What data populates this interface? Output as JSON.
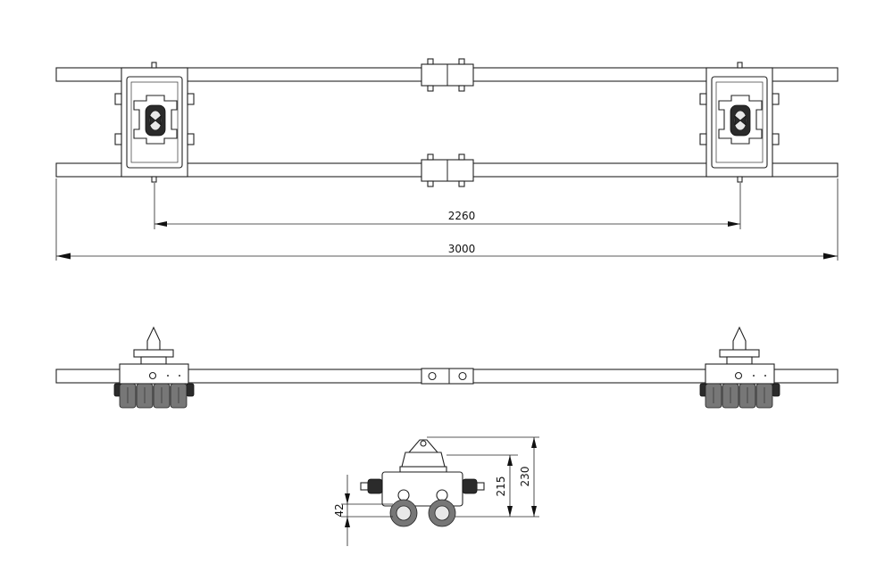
{
  "dimensions": {
    "inner_span": "2260",
    "overall_length": "3000",
    "unit_height_total": "230",
    "unit_height_top": "215",
    "wheel_offset": "42"
  }
}
